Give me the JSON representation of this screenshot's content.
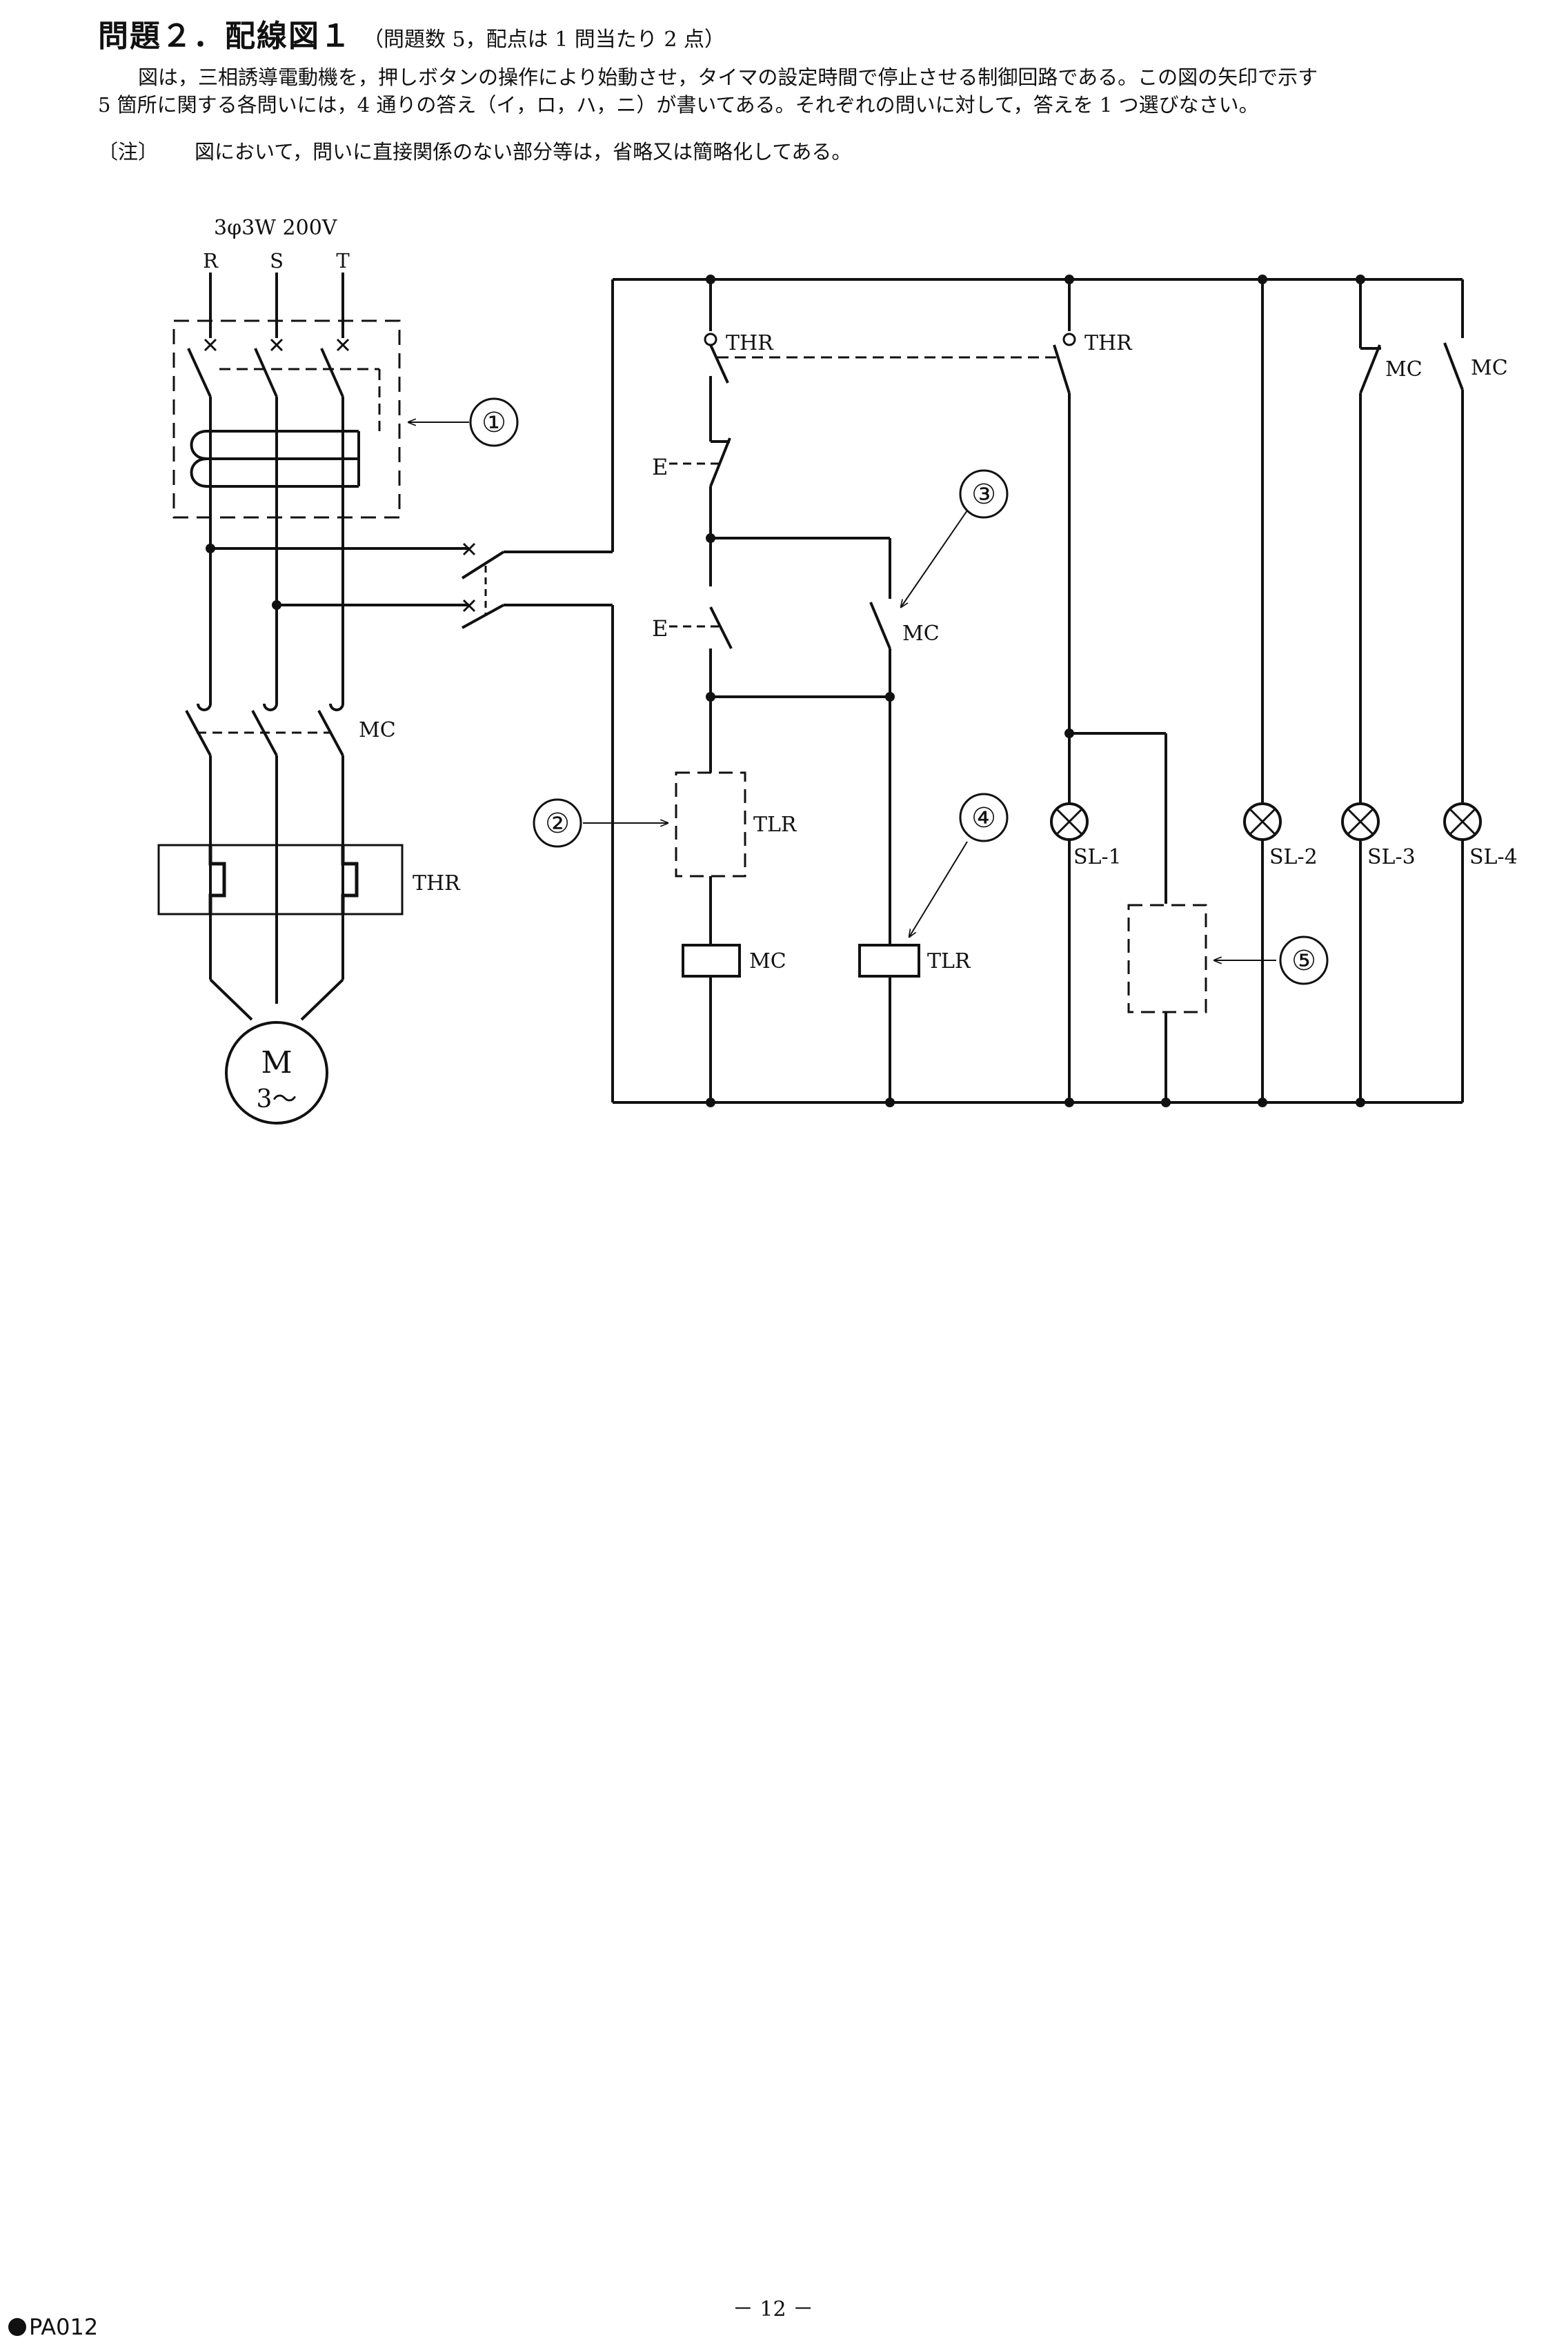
{
  "header": {
    "title": "問題２．配線図１",
    "subtitle": "（問題数 5，配点は 1 問当たり 2 点）"
  },
  "intro": {
    "line1": "図は，三相誘導電動機を，押しボタンの操作により始動させ，タイマの設定時間で停止させる制御回路である。この図の矢印で示す",
    "line2": "5 箇所に関する各問いには，4 通りの答え（イ，ロ，ハ，ニ）が書いてある。それぞれの問いに対して，答えを 1 つ選びなさい。"
  },
  "note": {
    "label": "〔注〕",
    "text": "図において，問いに直接関係のない部分等は，省略又は簡略化してある。"
  },
  "diagram": {
    "supply": "3φ3W 200V",
    "phases": [
      "R",
      "S",
      "T"
    ],
    "labels": {
      "mc": "MC",
      "thr": "THR",
      "tlr": "TLR",
      "sl1": "SL-1",
      "sl2": "SL-2",
      "sl3": "SL-3",
      "sl4": "SL-4",
      "e": "E",
      "motor_m": "M",
      "motor_3": "3〜"
    },
    "markers": [
      "①",
      "②",
      "③",
      "④",
      "⑤"
    ]
  },
  "footer": {
    "page": "－ 12 －",
    "code": "PA012"
  }
}
